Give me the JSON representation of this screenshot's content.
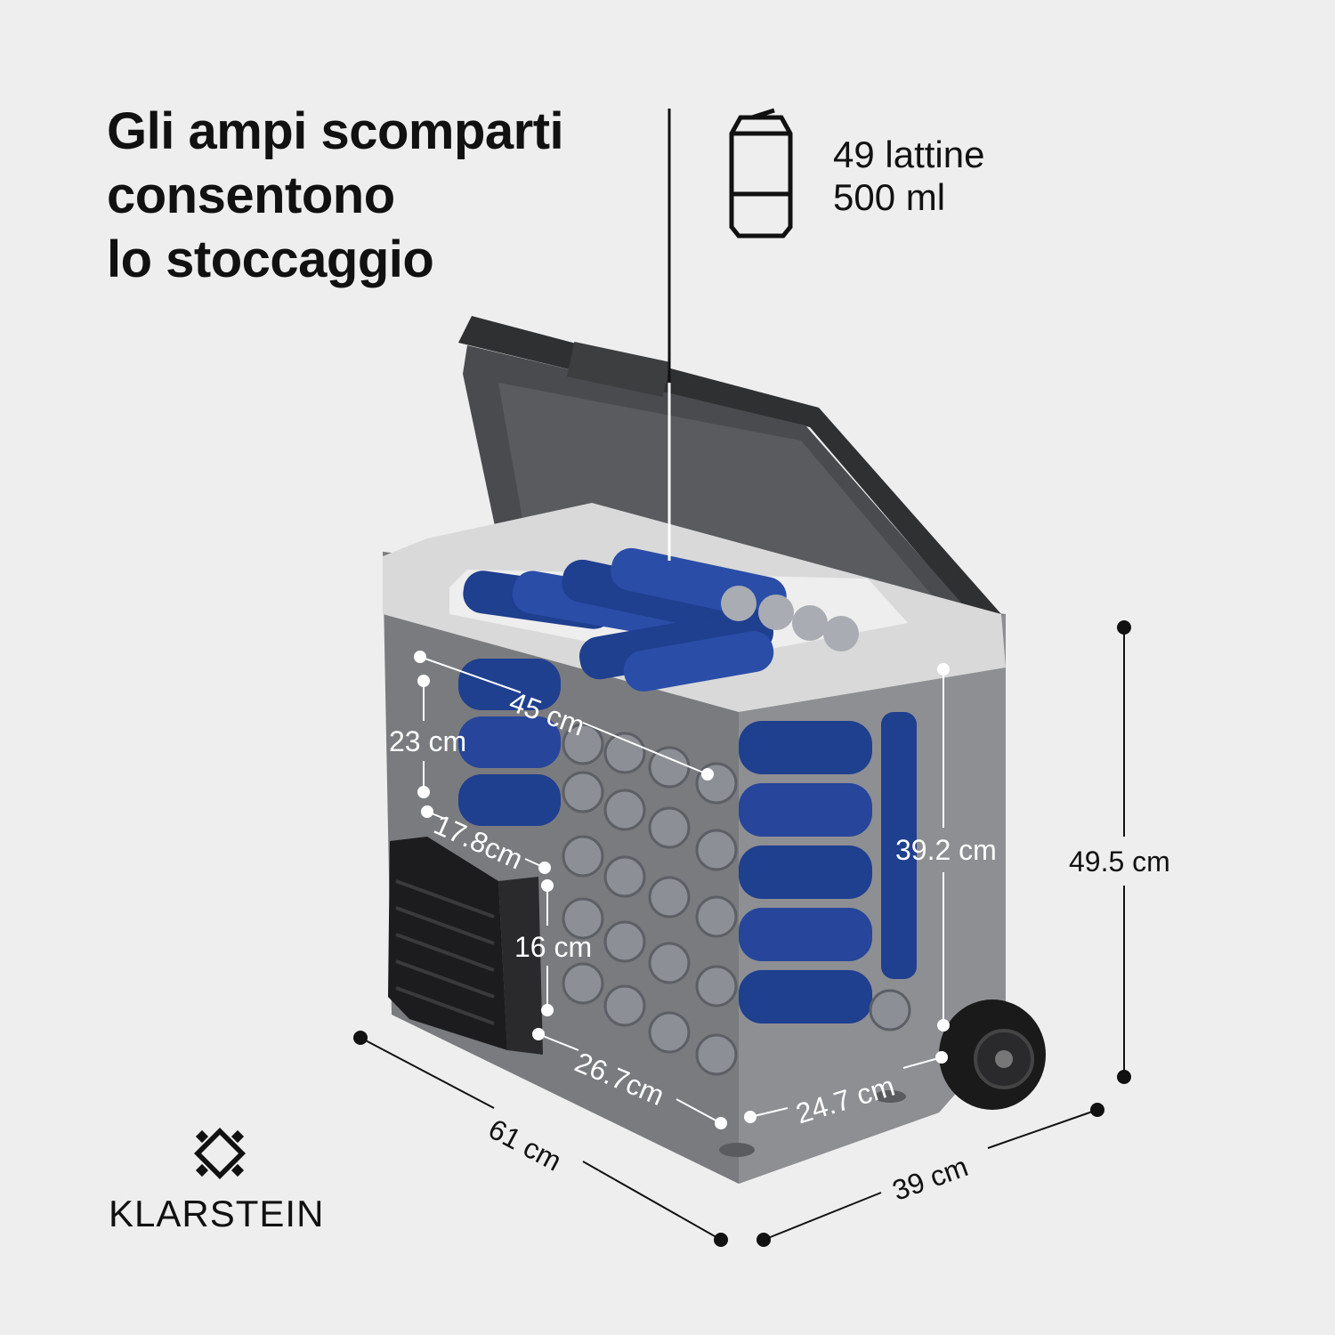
{
  "headline": {
    "line1": "Gli ampi scomparti",
    "line2": "consentono",
    "line3": "lo stoccaggio"
  },
  "capacity": {
    "icon": "beverage-can-icon",
    "count_text": "49 lattine",
    "volume_text": "500 ml"
  },
  "dimensions": {
    "inner_width": "45 cm",
    "upper_height": "23 cm",
    "step_depth": "17.8cm",
    "step_height": "16 cm",
    "lower_depth": "26.7cm",
    "inner_depth": "24.7 cm",
    "inner_height": "39.2 cm",
    "total_height": "49.5 cm",
    "total_length": "61 cm",
    "total_width": "39 cm"
  },
  "brand": {
    "logo": "klarstein-logo-icon",
    "name": "KLARSTEIN"
  },
  "colors": {
    "background": "#eeeeee",
    "can_blue": "#1f3f8f",
    "body_grey": "#6f7073",
    "rim_light": "#d9d9d9",
    "lid_dark": "#3a3b3d"
  }
}
